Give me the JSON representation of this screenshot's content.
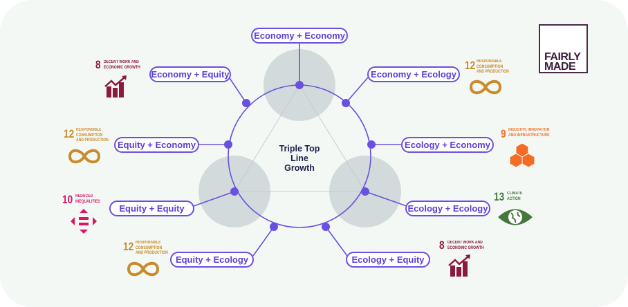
{
  "center": {
    "title_line1": "Triple Top",
    "title_line2": "Line",
    "title_line3": "Growth"
  },
  "pills": [
    {
      "id": "economy-economy",
      "label": "Economy + Economy"
    },
    {
      "id": "economy-equity",
      "label": "Economy + Equity"
    },
    {
      "id": "economy-ecology",
      "label": "Economy + Ecology"
    },
    {
      "id": "equity-economy",
      "label": "Equity + Economy"
    },
    {
      "id": "ecology-economy",
      "label": "Ecology + Economy"
    },
    {
      "id": "equity-equity",
      "label": "Equity + Equity"
    },
    {
      "id": "ecology-ecology",
      "label": "Ecology + Ecology"
    },
    {
      "id": "equity-ecology",
      "label": "Equity + Ecology"
    },
    {
      "id": "ecology-equity",
      "label": "Ecology + Equity"
    }
  ],
  "logo": {
    "line1": "FAIRLY",
    "line2": "MADE"
  },
  "sdgs": {
    "decent_work_a": {
      "number": "8",
      "text": "DECENT WORK AND\nECONOMIC GROWTH",
      "color": "#8b1a3c",
      "icon": "growth-chart-icon"
    },
    "consumption_a": {
      "number": "12",
      "text": "RESPONSIBLE\nCONSUMPTION\nAND PRODUCTION",
      "color": "#c98b2a",
      "icon": "infinity-icon"
    },
    "inequalities": {
      "number": "10",
      "text": "REDUCED\nINEQUALITIES",
      "color": "#dd1367",
      "icon": "equality-arrows-icon"
    },
    "consumption_b": {
      "number": "12",
      "text": "RESPONSIBLE\nCONSUMPTION\nAND PRODUCTION",
      "color": "#c98b2a",
      "icon": "infinity-icon"
    },
    "consumption_c": {
      "number": "12",
      "text": "RESPONSIBLE\nCONSUMPTION\nAND PRODUCTION",
      "color": "#c98b2a",
      "icon": "infinity-icon"
    },
    "industry": {
      "number": "9",
      "text": "INDUSTRY, INNOVATION\nAND INFRASTRUCTURE",
      "color": "#f36d25",
      "icon": "cubes-icon"
    },
    "climate": {
      "number": "13",
      "text": "CLIMATE\nACTION",
      "color": "#48773e",
      "icon": "eye-globe-icon"
    },
    "decent_work_b": {
      "number": "8",
      "text": "DECENT WORK AND\nECONOMIC GROWTH",
      "color": "#8b1a3c",
      "icon": "growth-chart-icon"
    }
  },
  "colors": {
    "accent": "#6a50e0",
    "node_halo": "#d2dadb",
    "background": "#f3f8f5"
  }
}
